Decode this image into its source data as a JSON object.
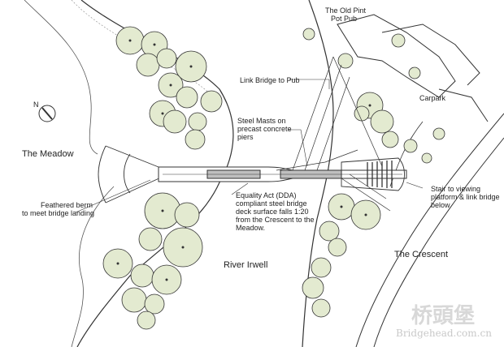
{
  "labels": {
    "pub": [
      "The Old Pint",
      "Pot Pub"
    ],
    "link_bridge": "Link Bridge to Pub",
    "carpark": "Carpark",
    "north": "N",
    "steel_masts": [
      "Steel Masts on",
      "precast concrete",
      "piers"
    ],
    "meadow": "The Meadow",
    "berm": [
      "Feathered berm",
      "to meet bridge landing"
    ],
    "equality": [
      "Equality Act (DDA)",
      "compliant steel bridge",
      "deck surface falls 1:20",
      "from the Crescent to the",
      "Meadow."
    ],
    "stair": [
      "Stair to viewing",
      "platform & link bridge",
      "below"
    ],
    "crescent": "The Crescent",
    "river": "River Irwell"
  },
  "watermark": {
    "chinese": "桥頭堡",
    "url": "Bridgehead.com.cn"
  },
  "colors": {
    "tree_fill": "#e3ead0",
    "line": "#333333",
    "bridge_fill": "#bfbfbf"
  }
}
